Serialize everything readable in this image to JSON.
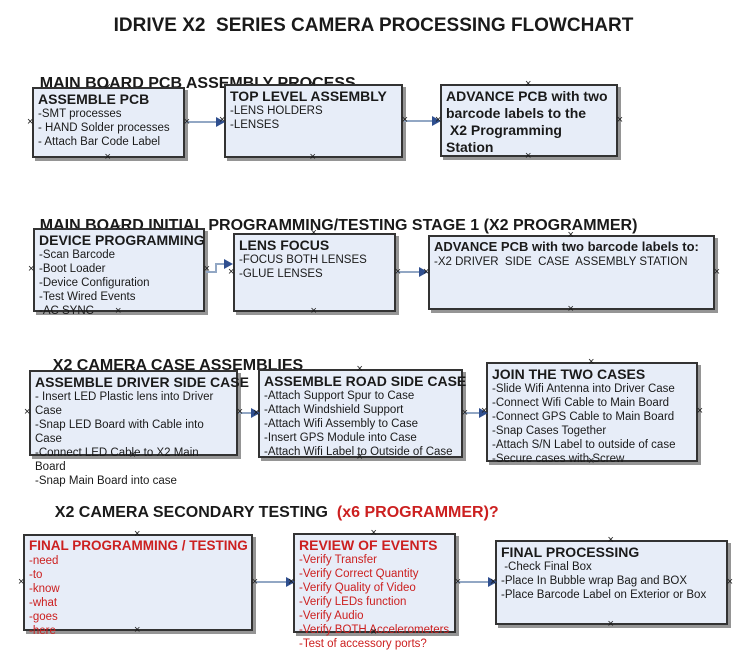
{
  "title": "IDRIVE X2  SERIES CAMERA PROCESSING FLOWCHART",
  "colors": {
    "box_fill": "#e7edf8",
    "box_border": "#333333",
    "red": "#cc2020",
    "arrow_line": "#92a7c4",
    "arrow_head": "#2f4f8f"
  },
  "icons": {
    "connection_point": "×"
  },
  "sections": [
    {
      "heading": "MAIN BOARD PCB ASSEMBLY PROCESS",
      "boxes": [
        {
          "title": "ASSEMBLE PCB",
          "lines": [
            "-SMT processes",
            "- HAND Solder processes",
            "- Attach Bar Code Label"
          ]
        },
        {
          "title": "TOP LEVEL ASSEMBLY",
          "lines": [
            "-LENS HOLDERS",
            "-LENSES"
          ]
        },
        {
          "title": "",
          "lines": [
            "ADVANCE PCB with two",
            "barcode labels to the",
            " X2 Programming Station"
          ]
        }
      ]
    },
    {
      "heading": "MAIN BOARD INITIAL PROGRAMMING/TESTING STAGE 1 (X2 PROGRAMMER)",
      "boxes": [
        {
          "title": "DEVICE PROGRAMMING",
          "lines": [
            "-Scan Barcode",
            "-Boot Loader",
            "-Device Configuration",
            "-Test Wired Events",
            "-AC SYNC"
          ]
        },
        {
          "title": "LENS FOCUS",
          "lines": [
            "-FOCUS BOTH LENSES",
            "-GLUE LENSES"
          ]
        },
        {
          "title": "ADVANCE PCB with two barcode labels to:",
          "lines": [
            "-X2 DRIVER  SIDE  CASE  ASSEMBLY STATION"
          ]
        }
      ]
    },
    {
      "heading": "X2 CAMERA CASE ASSEMBLIES",
      "boxes": [
        {
          "title": "ASSEMBLE DRIVER SIDE CASE",
          "lines": [
            "- Insert LED Plastic lens into Driver Case",
            "-Snap LED Board with Cable into Case",
            "-Connect LED Cable to X2 Main Board",
            "-Snap Main Board into case"
          ]
        },
        {
          "title": "ASSEMBLE ROAD SIDE CASE",
          "lines": [
            "-Attach Support Spur to Case",
            "-Attach Windshield Support",
            "-Attach Wifi Assembly to Case",
            "-Insert GPS Module into Case",
            "-Attach Wifi Label to Outside of Case"
          ]
        },
        {
          "title": "JOIN THE TWO CASES",
          "lines": [
            "-Slide Wifi Antenna into Driver Case",
            "-Connect Wifi Cable to Main Board",
            "-Connect GPS Cable to Main Board",
            "-Snap Cases Together",
            "-Attach S/N Label to outside of case",
            "-Secure cases with Screw"
          ]
        }
      ]
    },
    {
      "heading": "X2 CAMERA SECONDARY TESTING  ",
      "heading_red": "(x6 PROGRAMMER)?",
      "boxes": [
        {
          "title": "FINAL PROGRAMMING / TESTING",
          "lines": [
            "-need",
            "-to",
            "-know",
            "-what",
            "-goes",
            "-here"
          ]
        },
        {
          "title": "REVIEW OF EVENTS",
          "lines": [
            "-Verify Transfer",
            "-Verify Correct Quantity",
            "-Verify Quality of Video",
            "-Verify LEDs function",
            "-Verify Audio",
            "-Verify BOTH Accelerometers",
            "-Test of accessory ports?"
          ]
        },
        {
          "title": "FINAL PROCESSING",
          "lines": [
            " -Check Final Box",
            "-Place In Bubble wrap Bag and BOX",
            "-Place Barcode Label on Exterior or Box"
          ]
        }
      ]
    }
  ]
}
